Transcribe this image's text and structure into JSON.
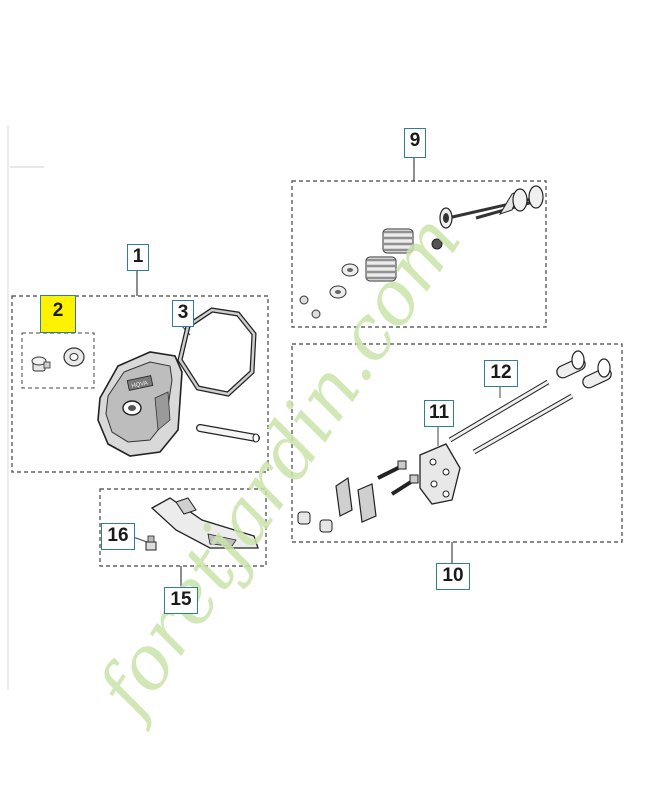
{
  "callouts": {
    "c1": "1",
    "c2": "2",
    "c3": "3",
    "c9": "9",
    "c10": "10",
    "c11": "11",
    "c12": "12",
    "c15": "15",
    "c16": "16"
  },
  "highlight_color": "#fff200",
  "callout_border_color": "#2f7f9a",
  "watermark": {
    "text": "foretjardin.com",
    "color": "#c9e3a8"
  }
}
